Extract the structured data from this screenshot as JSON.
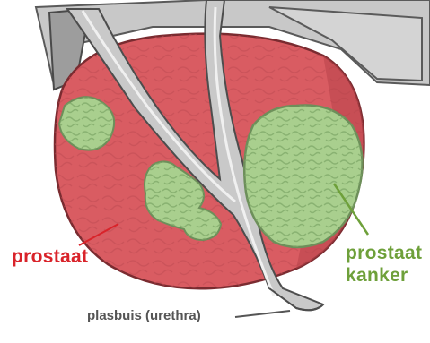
{
  "labels": {
    "prostate": "prostaat",
    "cancer_line1": "prostaat",
    "cancer_line2": "kanker",
    "urethra": "plasbuis (urethra)"
  },
  "colors": {
    "prostate_label": "#d9232a",
    "cancer_label": "#6ea03a",
    "urethra_label": "#555555",
    "prostate_fill": "#d95c62",
    "prostate_dark": "#b8434a",
    "tumor_fill": "#a9cf8e",
    "tumor_edge": "#6d8f5a",
    "tissue_gray": "#b9b9b9",
    "background": "#ffffff"
  }
}
